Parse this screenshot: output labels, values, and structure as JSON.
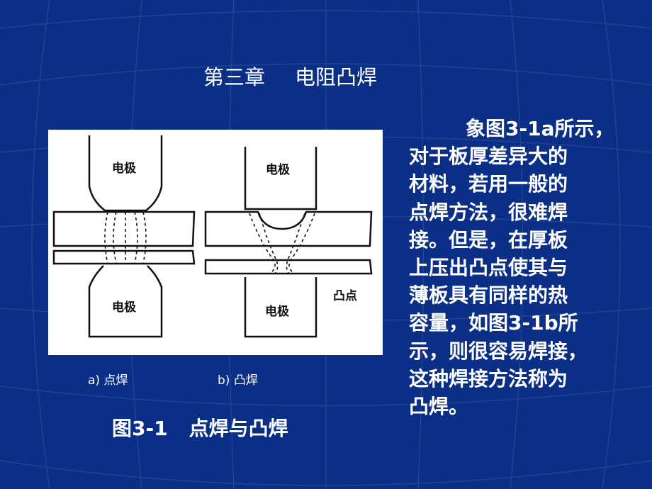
{
  "slide": {
    "title_chapter": "第三章",
    "title_topic": "电阻凸焊"
  },
  "figure": {
    "label_electrode": "电极",
    "label_projection": "凸点",
    "sub_a": "a)  点焊",
    "sub_b": "b)  凸焊",
    "caption_number": "图3-1",
    "caption_text": "点焊与凸焊"
  },
  "body": {
    "lines": [
      "象图3-1a所示，",
      "对于板厚差异大的",
      "材料，若用一般的",
      "点焊方法，很难焊",
      "接。但是，在厚板",
      "上压出凸点使其与",
      "薄板具有同样的热",
      "容量，如图3-1b所",
      "示，则很容易焊接，",
      "这种焊接方法称为",
      "凸焊。"
    ]
  },
  "colors": {
    "background": "#0b2f86",
    "grid": "#2a4fa3",
    "text": "#ffffff",
    "figure_bg": "#ffffff",
    "figure_ink": "#111111"
  }
}
